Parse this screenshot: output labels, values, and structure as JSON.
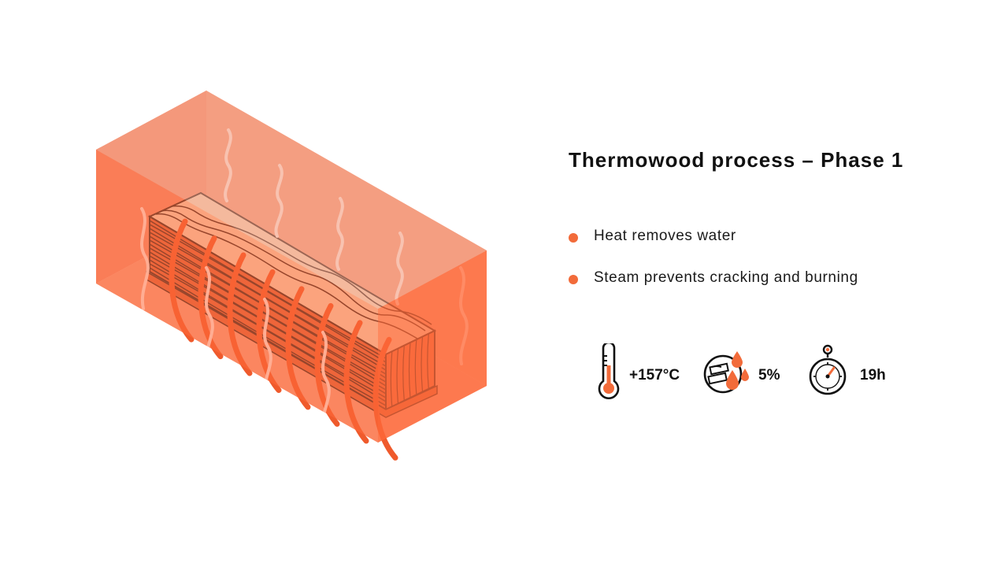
{
  "title": "Thermowood process – Phase 1",
  "bullets": [
    {
      "text": "Heat removes water"
    },
    {
      "text": "Steam prevents cracking and burning"
    }
  ],
  "stats": [
    {
      "icon": "thermometer-icon",
      "value": "+157°C"
    },
    {
      "icon": "wood-moisture-icon",
      "value": "5%"
    },
    {
      "icon": "stopwatch-icon",
      "value": "19h"
    }
  ],
  "colors": {
    "accent": "#f26b3a",
    "chamber_front": "#ff7a50",
    "chamber_top": "#f6a68a",
    "chamber_back": "#f4967a",
    "wood_light": "#f5e8cf",
    "wood_line": "#1a1a1a",
    "steam": "#ffffff",
    "text": "#111111"
  }
}
